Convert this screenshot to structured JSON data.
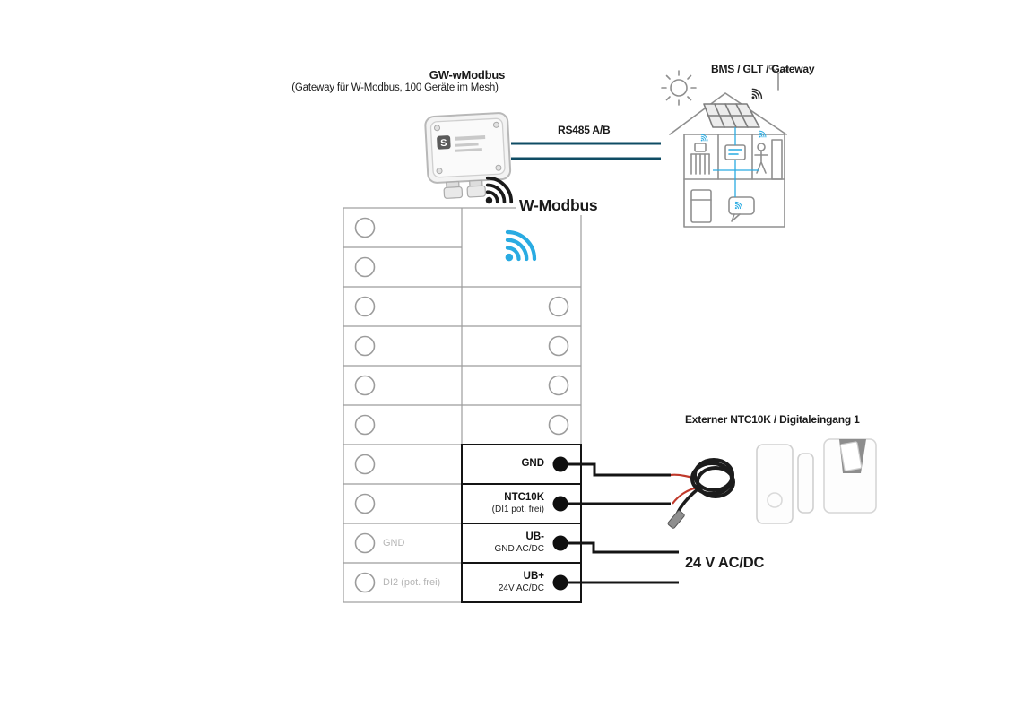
{
  "gateway": {
    "title": "GW-wModbus",
    "subtitle": "(Gateway für W-Modbus, 100 Geräte im Mesh)",
    "logo": "S"
  },
  "bus": {
    "label": "RS485 A/B"
  },
  "bms": {
    "label": "BMS / GLT / Gateway"
  },
  "wireless": {
    "label": "W-Modbus"
  },
  "external_input": {
    "label": "Externer NTC10K / Digitaleingang 1"
  },
  "power": {
    "label": "24 V AC/DC"
  },
  "terminal_block": {
    "left_rows": [
      {
        "label": ""
      },
      {
        "label": ""
      },
      {
        "label": ""
      },
      {
        "label": ""
      },
      {
        "label": ""
      },
      {
        "label": ""
      },
      {
        "label": ""
      },
      {
        "label": ""
      },
      {
        "label": "GND"
      },
      {
        "label": "DI2 (pot. frei)"
      }
    ],
    "right_terminals": [
      {
        "main": "GND",
        "sub": ""
      },
      {
        "main": "NTC10K",
        "sub": "(DI1 pot. frei)"
      },
      {
        "main": "UB-",
        "sub": "GND AC/DC"
      },
      {
        "main": "UB+",
        "sub": "24V AC/DC"
      }
    ]
  },
  "colors": {
    "bus_line": "#0f4c64",
    "wifi_accent": "#29abe2",
    "wire": "#141414",
    "grid": "#9c9c9c",
    "muted_label": "#b5b5b5"
  }
}
